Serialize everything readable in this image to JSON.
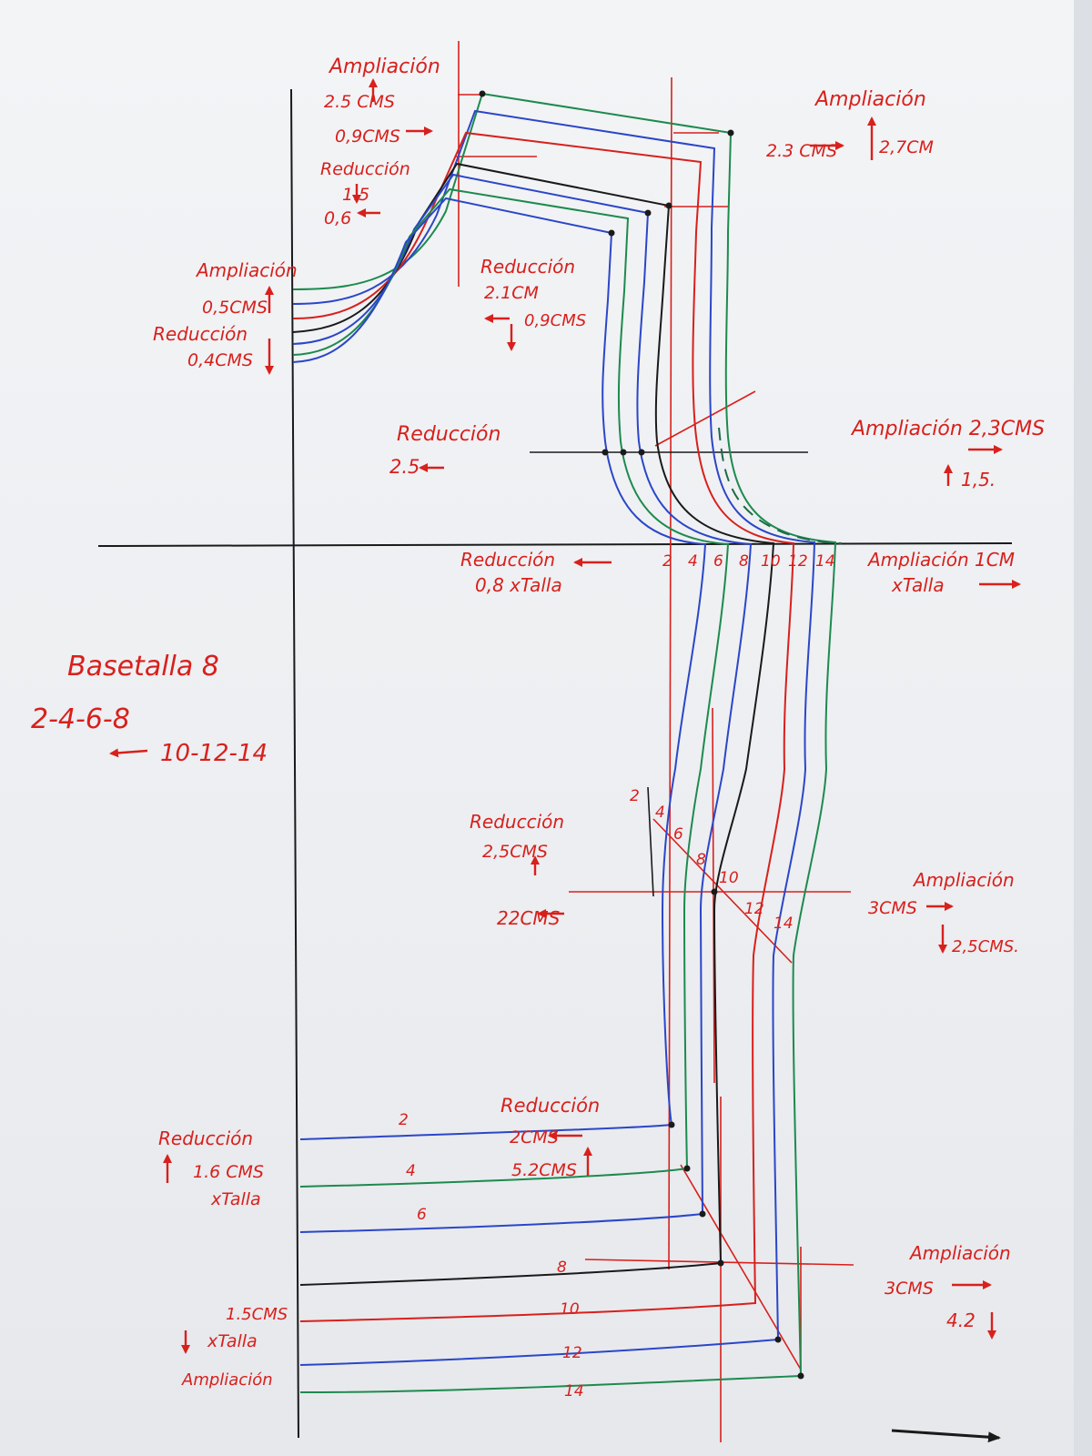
{
  "diagram": {
    "base_title": "Basetalla 8",
    "size_sequence_small": "2-4-6-8",
    "size_sequence_large": "10-12-14",
    "size_marks": [
      "2",
      "4",
      "6",
      "8",
      "10",
      "12",
      "14"
    ],
    "colors": {
      "size_2": "#2b46c8",
      "size_4": "#1d8a4e",
      "size_6": "#2b46c8",
      "size_8": "#1a1a1a",
      "size_10": "#d8201c",
      "size_12": "#2b46c8",
      "size_14": "#1d8a4e",
      "axis": "#1a1a1a",
      "annotation": "#d8201c"
    },
    "annotations": {
      "shoulder_top_amp": "Ampliación",
      "shoulder_top_amp_val": "2.5 CMS",
      "shoulder_top_side": "0,9CMS",
      "shoulder_top_red": "Reducción",
      "shoulder_top_red_val": "1.5",
      "shoulder_top_red_side": "0,6",
      "shoulder_corner_amp": "Ampliación",
      "shoulder_corner_left": "2.3 CMS",
      "shoulder_corner_up": "2,7CM",
      "neck_amp": "Ampliación",
      "neck_amp_val": "0,5CMS",
      "neck_red": "Reducción",
      "neck_red_val": "0,4CMS",
      "armhole_red": "Reducción",
      "armhole_red_val": "2.1CM",
      "armhole_red_side": "0,9CMS",
      "armhole_mid_red": "Reducción",
      "armhole_mid_red_val": "2.5",
      "armhole_mid_amp": "Ampliación 2,3CMS",
      "armhole_mid_amp_up": "1,5.",
      "chest_red": "Reducción",
      "chest_red_val": "0,8 xTalla",
      "chest_amp": "Ampliación 1CM",
      "chest_amp_val": "xTalla",
      "waist_red": "Reducción",
      "waist_red_val": "2,5CMS",
      "waist_red_side": "22CMS",
      "waist_amp": "Ampliación",
      "waist_amp_val": "3CMS",
      "waist_amp_down": "2,5CMS.",
      "hem_red": "Reducción",
      "hem_red_val": "2CMS",
      "hem_red_up": "5.2CMS",
      "length_red": "Reducción",
      "length_red_val": "1.6 CMS",
      "length_red_per": "xTalla",
      "length_amp_val": "1.5CMS",
      "length_amp_per": "xTalla",
      "length_amp": "Ampliación",
      "hem_amp": "Ampliación",
      "hem_amp_val": "3CMS",
      "hem_amp_down": "4.2"
    }
  }
}
